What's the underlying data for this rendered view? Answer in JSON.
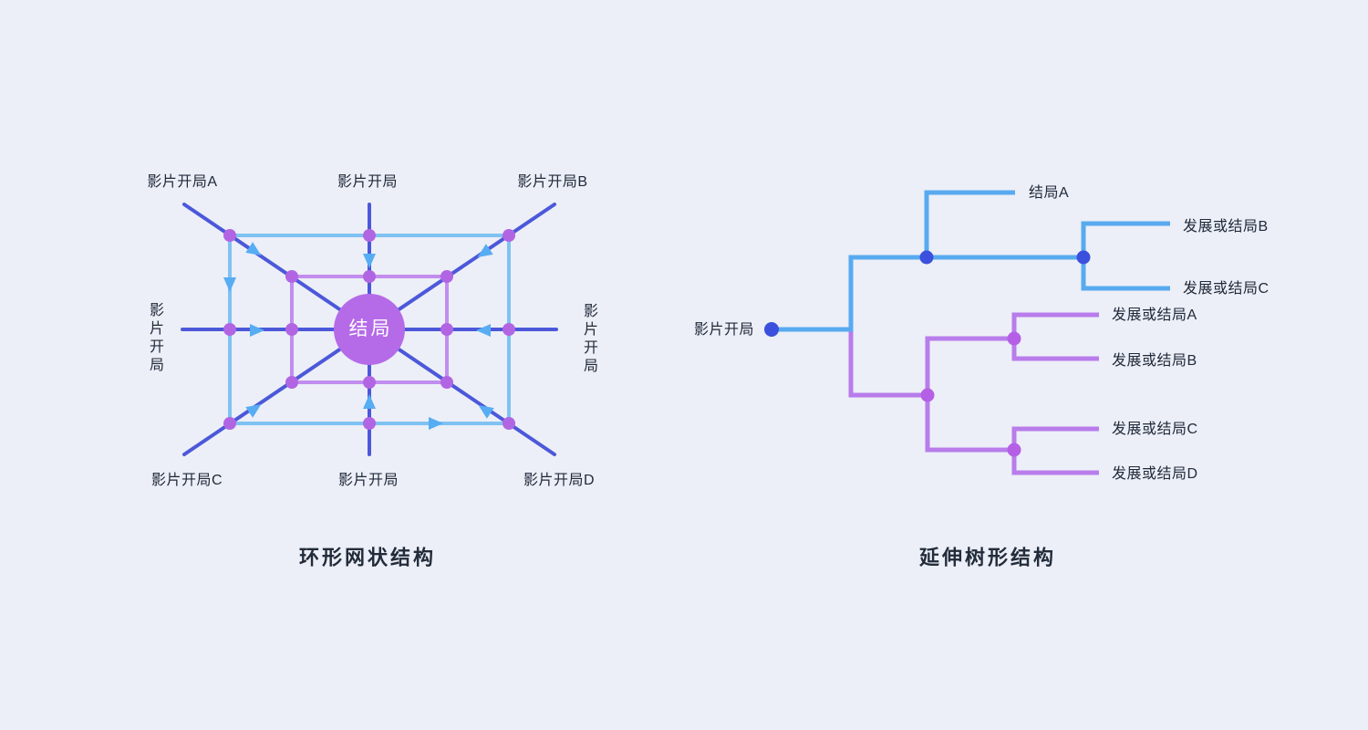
{
  "colors": {
    "page_bg": "#eceff7",
    "indigo_line": "#4c58d9",
    "outer_rect_blue": "#7fc2f2",
    "inner_rect_purple": "#c18dee",
    "dot_purple": "#b165e3",
    "arrow_blue": "#57adf3",
    "circle_purple": "#b56ae8",
    "circle_text": "#ffffff",
    "tree_blue": "#58aaf0",
    "tree_purple": "#b87ceb",
    "tree_dot_blue": "#3b50dc",
    "tree_dot_purple": "#b55fe6",
    "title_text": "#232c3b",
    "label_text": "#212a3b"
  },
  "mesh_diagram": {
    "title": "环形网状结构",
    "center_label": "结局",
    "labels": {
      "top_left": "影片开局A",
      "top_center": "影片开局",
      "top_right": "影片开局B",
      "middle_left": "影片开局",
      "middle_right": "影片开局",
      "bottom_left": "影片开局C",
      "bottom_center": "影片开局",
      "bottom_right": "影片开局D"
    }
  },
  "tree_diagram": {
    "title": "延伸树形结构",
    "root_label": "影片开局",
    "blue_branch_labels": [
      "结局A",
      "发展或结局B",
      "发展或结局C"
    ],
    "purple_branch_labels": [
      "发展或结局A",
      "发展或结局B",
      "发展或结局C",
      "发展或结局D"
    ]
  }
}
